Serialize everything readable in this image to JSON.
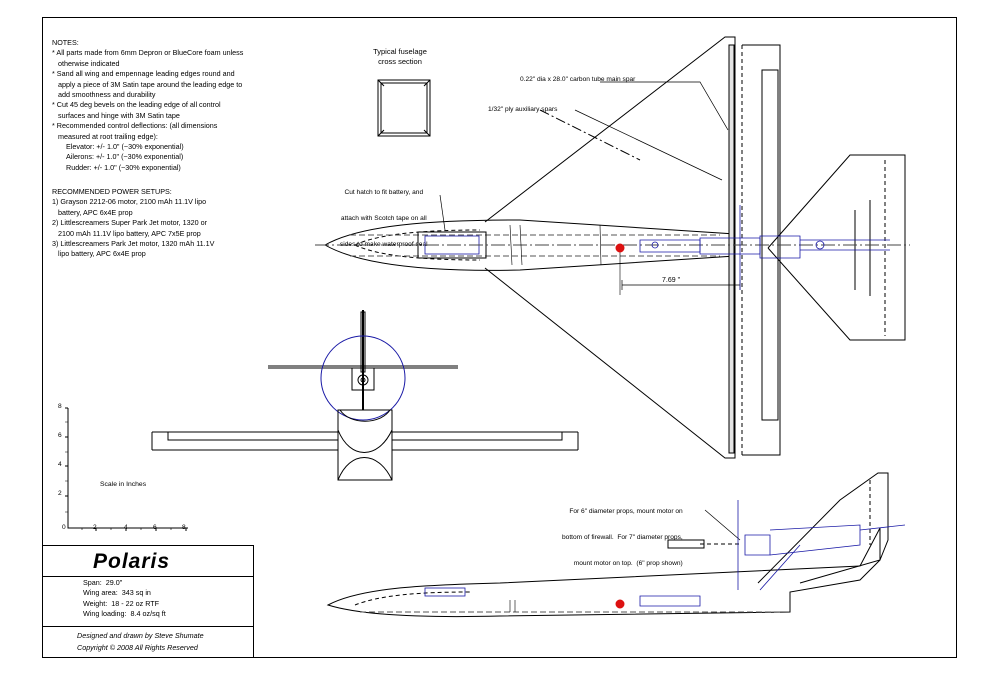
{
  "notes": {
    "heading": "NOTES:",
    "lines": [
      "* All parts made from 6mm Depron or BlueCore foam unless",
      "otherwise indicated",
      "* Sand all wing and empennage leading edges round and",
      "apply a piece of 3M Satin tape around the leading edge to",
      "add smoothness and durability",
      "* Cut 45 deg bevels on the leading edge of all control",
      "surfaces and hinge with 3M Satin tape",
      "* Recommended control deflections: (all dimensions",
      "measured at root trailing edge):",
      "Elevator: +/- 1.0\" (~30% exponential)",
      "Ailerons: +/- 1.0\" (~30% exponential)",
      "Rudder: +/- 1.0\" (~30% exponential)"
    ]
  },
  "power": {
    "heading": "RECOMMENDED POWER SETUPS:",
    "lines": [
      "1) Grayson 2212-06 motor, 2100 mAh 11.1V lipo",
      "battery, APC 6x4E prop",
      "2) Littlescreamers Super Park Jet motor, 1320 or",
      "2100 mAh 11.1V lipo battery, APC 7x5E prop",
      "3) Littlescreamers Park Jet motor, 1320 mAh 11.1V",
      "lipo battery, APC 6x4E prop"
    ]
  },
  "cross_section": {
    "title_line1": "Typical fuselage",
    "title_line2": "cross section"
  },
  "annotations": {
    "hatch_l1": "Cut hatch to fit battery, and",
    "hatch_l2": "attach with Scotch tape on all",
    "hatch_l3": "sides to make waterproof seal",
    "main_spar": "0.22\" dia x 28.0\" carbon tube main spar",
    "aux_spars": "1/32\" ply auxiliary spars",
    "dimension": "7.69 \"",
    "prop_l1": "For 6\" diameter props, mount motor on",
    "prop_l2": "bottom of firewall.  For 7\" diameter props,",
    "prop_l3": "mount motor on top.  (6\" prop shown)"
  },
  "scale": {
    "label": "Scale in Inches",
    "y_ticks": [
      "8",
      "6",
      "4",
      "2"
    ],
    "x_ticks": [
      "0",
      "2",
      "4",
      "6",
      "8"
    ]
  },
  "title_block": {
    "name": "Polaris",
    "specs": [
      "Span:  29.0\"",
      "Wing area:  343 sq in",
      "Weight:  18 - 22 oz RTF",
      "Wing loading:  8.4 oz/sq ft"
    ],
    "credit1": "Designed and drawn by Steve Shumate",
    "credit2": "Copyright © 2008    All Rights Reserved"
  },
  "colors": {
    "line": "#000000",
    "detail": "#1a1aa6",
    "cg_mark": "#dd1111"
  }
}
